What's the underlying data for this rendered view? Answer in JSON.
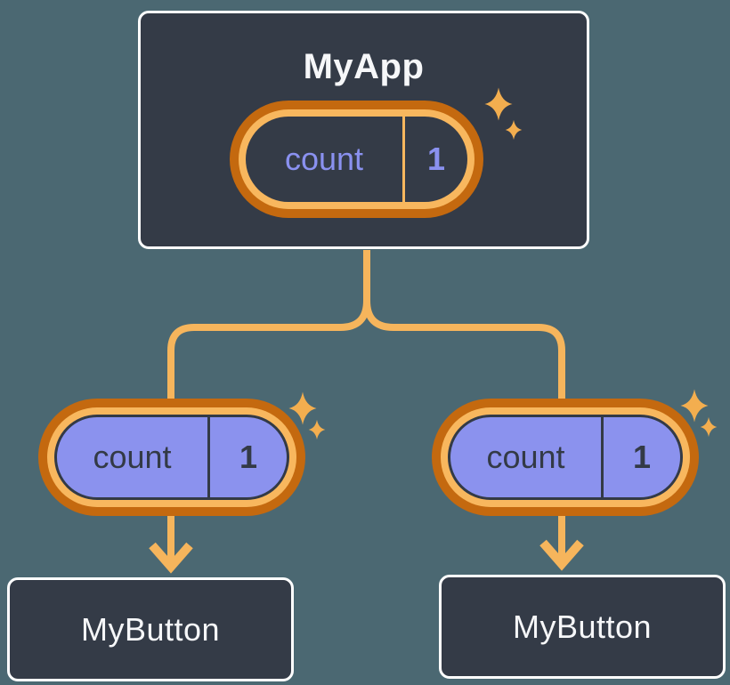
{
  "colors": {
    "bg": "#4B6872",
    "box-bg": "#343B47",
    "box-border": "#FFFFFF",
    "ring-outer": "#C4690F",
    "ring-inner": "#F8B75E",
    "purple": "#8B92EE",
    "peri": "#8A91F0",
    "dark": "#333A46",
    "connector": "#F6B55C",
    "sparkle": "#F3AE4F",
    "text-light": "#F6F7F9"
  },
  "root_node": {
    "title": "MyApp",
    "state": {
      "label": "count",
      "value": "1"
    }
  },
  "child_nodes": [
    {
      "title": "MyButton",
      "state": {
        "label": "count",
        "value": "1"
      }
    },
    {
      "title": "MyButton",
      "state": {
        "label": "count",
        "value": "1"
      }
    }
  ]
}
